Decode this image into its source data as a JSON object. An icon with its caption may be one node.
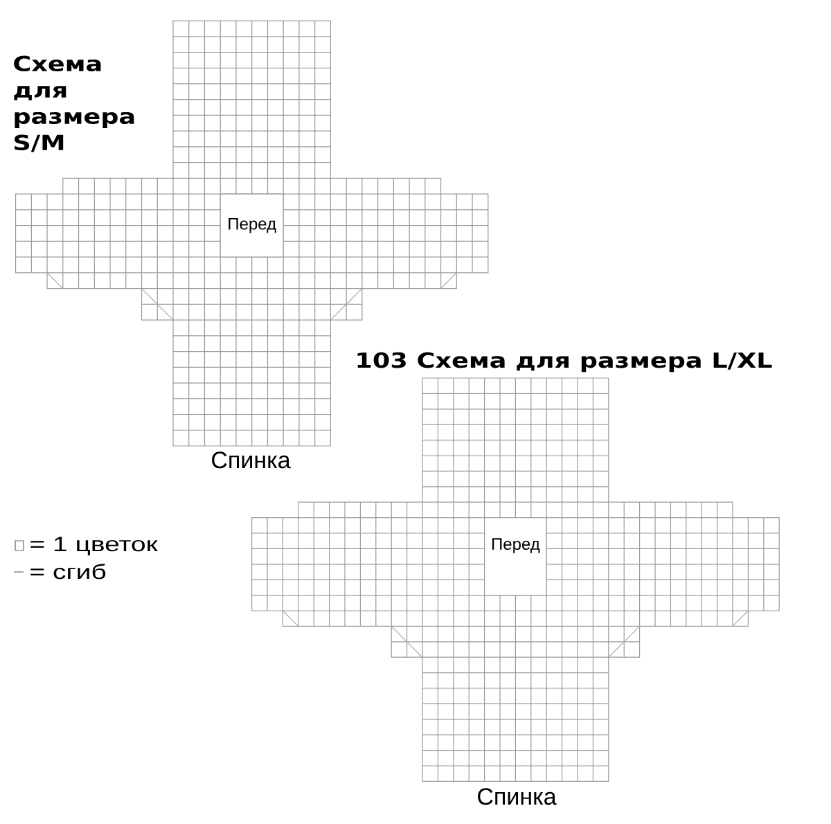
{
  "diagram": {
    "nodes": [
      {
        "text": [
          "Схема для размера S/M"
        ],
        "beside": [
          "Спинка"
        ]
      },
      {
        "text": [
          "Перед"
        ],
        "in": 0
      },
      {
        "text": [
          "103 Схема для размера L/XL"
        ],
        "beside": [
          "Спинка"
        ]
      },
      {
        "text": [
          "Перед"
        ],
        "in": 2
      }
    ],
    "legend": [
      {
        "text": "= 1 цветок"
      },
      {
        "text": "= сгиб"
      }
    ]
  }
}
